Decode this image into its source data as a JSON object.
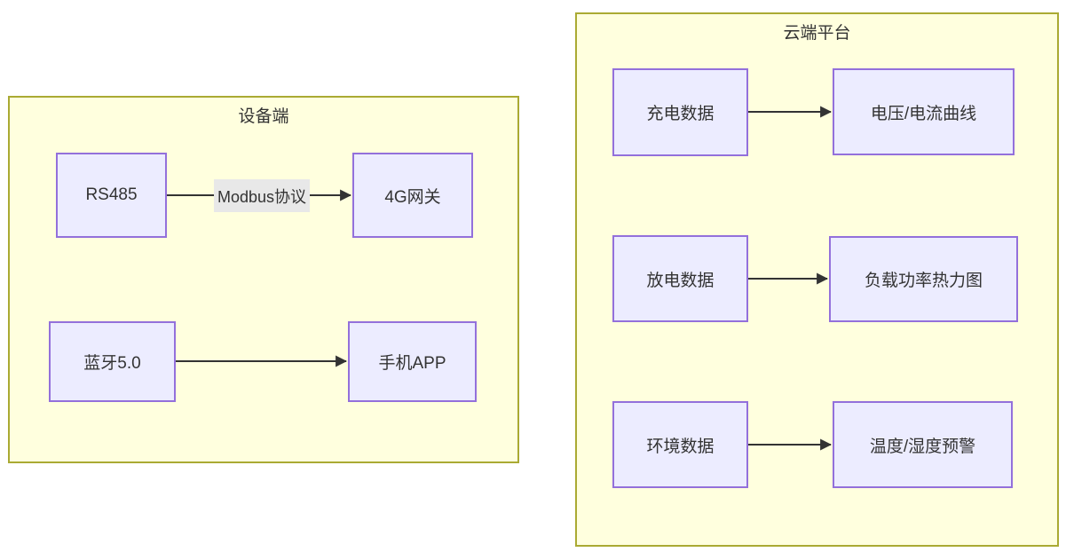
{
  "diagram": {
    "clusters": [
      {
        "id": "device",
        "title": "设备端",
        "nodes": [
          {
            "id": "rs485",
            "label": "RS485"
          },
          {
            "id": "gateway4g",
            "label": "4G网关"
          },
          {
            "id": "bluetooth",
            "label": "蓝牙5.0"
          },
          {
            "id": "phoneapp",
            "label": "手机APP"
          }
        ],
        "edges": [
          {
            "from": "RS485",
            "to": "4G网关",
            "label": "Modbus协议"
          },
          {
            "from": "蓝牙5.0",
            "to": "手机APP",
            "label": ""
          }
        ]
      },
      {
        "id": "cloud",
        "title": "云端平台",
        "nodes": [
          {
            "id": "chargedata",
            "label": "充电数据"
          },
          {
            "id": "vcurve",
            "label": "电压/电流曲线"
          },
          {
            "id": "dischargedata",
            "label": "放电数据"
          },
          {
            "id": "heatmap",
            "label": "负载功率热力图"
          },
          {
            "id": "envdata",
            "label": "环境数据"
          },
          {
            "id": "alert",
            "label": "温度/湿度预警"
          }
        ],
        "edges": [
          {
            "from": "充电数据",
            "to": "电压/电流曲线",
            "label": ""
          },
          {
            "from": "放电数据",
            "to": "负载功率热力图",
            "label": ""
          },
          {
            "from": "环境数据",
            "to": "温度/湿度预警",
            "label": ""
          }
        ]
      }
    ],
    "colors": {
      "node_fill": "#ECECFF",
      "node_border": "#9370DB",
      "cluster_fill": "#FFFFDE",
      "cluster_border": "#AAAA33",
      "edge_stroke": "#333333",
      "edge_label_bg": "#E8E8E8",
      "text": "#333333",
      "canvas_bg": "#FFFFFF"
    }
  }
}
